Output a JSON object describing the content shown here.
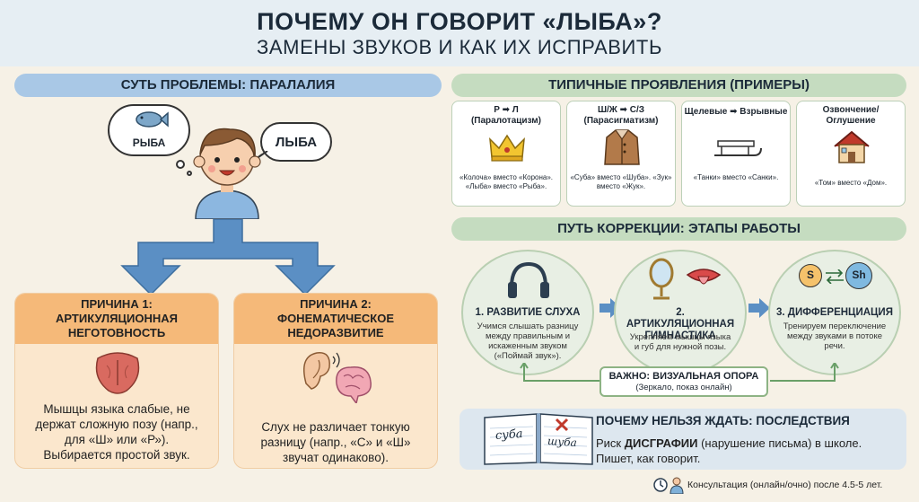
{
  "header": {
    "title": "ПОЧЕМУ ОН ГОВОРИТ «ЛЫБА»?",
    "subtitle": "ЗАМЕНЫ ЗВУКОВ И КАК ИХ ИСПРАВИТЬ"
  },
  "left": {
    "banner": "СУТЬ ПРОБЛЕМЫ: ПАРАЛАЛИЯ",
    "thought_bubble": "РЫБА",
    "speech_bubble": "ЛЫБА",
    "cause1": {
      "title": "ПРИЧИНА 1: АРТИКУЛЯЦИОННАЯ НЕГОТОВНОСТЬ",
      "text": "Мышцы языка слабые, не держат сложную позу (напр., для «Ш» или «Р»). Выбирается простой звук."
    },
    "cause2": {
      "title": "ПРИЧИНА 2: ФОНЕМАТИЧЕСКОЕ НЕДОРАЗВИТИЕ",
      "text": "Слух не различает тонкую разницу (напр., «С» и «Ш» звучат одинаково)."
    }
  },
  "examples": {
    "banner": "ТИПИЧНЫЕ ПРОЯВЛЕНИЯ (ПРИМЕРЫ)",
    "items": [
      {
        "title": "Р ➡ Л (Паралотацизм)",
        "text": "«Колоча» вместо «Корона». «Лыба» вместо «Рыба».",
        "icon": "crown-icon"
      },
      {
        "title": "Ш/Ж ➡ С/З (Парасигматизм)",
        "text": "«Суба» вместо «Шуба». «Зук» вместо «Жук».",
        "icon": "coat-icon"
      },
      {
        "title": "Щелевые ➡ Взрывные",
        "text": "«Танки» вместо «Санки».",
        "icon": "sled-icon"
      },
      {
        "title": "Озвончение/ Оглушение",
        "text": "«Том» вместо «Дом».",
        "icon": "house-icon"
      }
    ]
  },
  "correction": {
    "banner": "ПУТЬ КОРРЕКЦИИ: ЭТАПЫ РАБОТЫ",
    "steps": [
      {
        "title": "1. РАЗВИТИЕ СЛУХА",
        "text": "Учимся слышать разницу между правильным и искаженным звуком («Поймай звук»).",
        "icon": "headphones-icon"
      },
      {
        "title": "2. АРТИКУЛЯЦИОННАЯ ГИМНАСТИКА",
        "text": "Укрепляем мышцы языка и губ для нужной позы.",
        "icon": "mirror-icon"
      },
      {
        "title": "3. ДИФФЕРЕНЦИАЦИЯ",
        "text": "Тренируем переключение между звуками в потоке речи.",
        "icon": "swap-icon"
      }
    ],
    "sound_a": "S",
    "sound_b": "Sh",
    "note_title": "ВАЖНО: ВИЗУАЛЬНАЯ ОПОРА",
    "note_text": "(Зеркало, показ онлайн)"
  },
  "consequences": {
    "title": "ПОЧЕМУ НЕЛЬЗЯ ЖДАТЬ: ПОСЛЕДСТВИЯ",
    "risk_prefix": "Риск ",
    "risk_word": "ДИСГРАФИИ",
    "risk_suffix": " (нарушение письма) в школе.",
    "line2": "Пишет, как говорит.",
    "notebook_left": "суба",
    "notebook_right": "шуба"
  },
  "footer": {
    "consult": "Консультация (онлайн/очно) после 4.5-5 лет."
  },
  "colors": {
    "header_bg": "#e6eef3",
    "blue_banner": "#a9c8e6",
    "green_banner": "#c5dcc0",
    "orange_card": "#f5b979",
    "arrow_blue": "#5b8fc4"
  }
}
